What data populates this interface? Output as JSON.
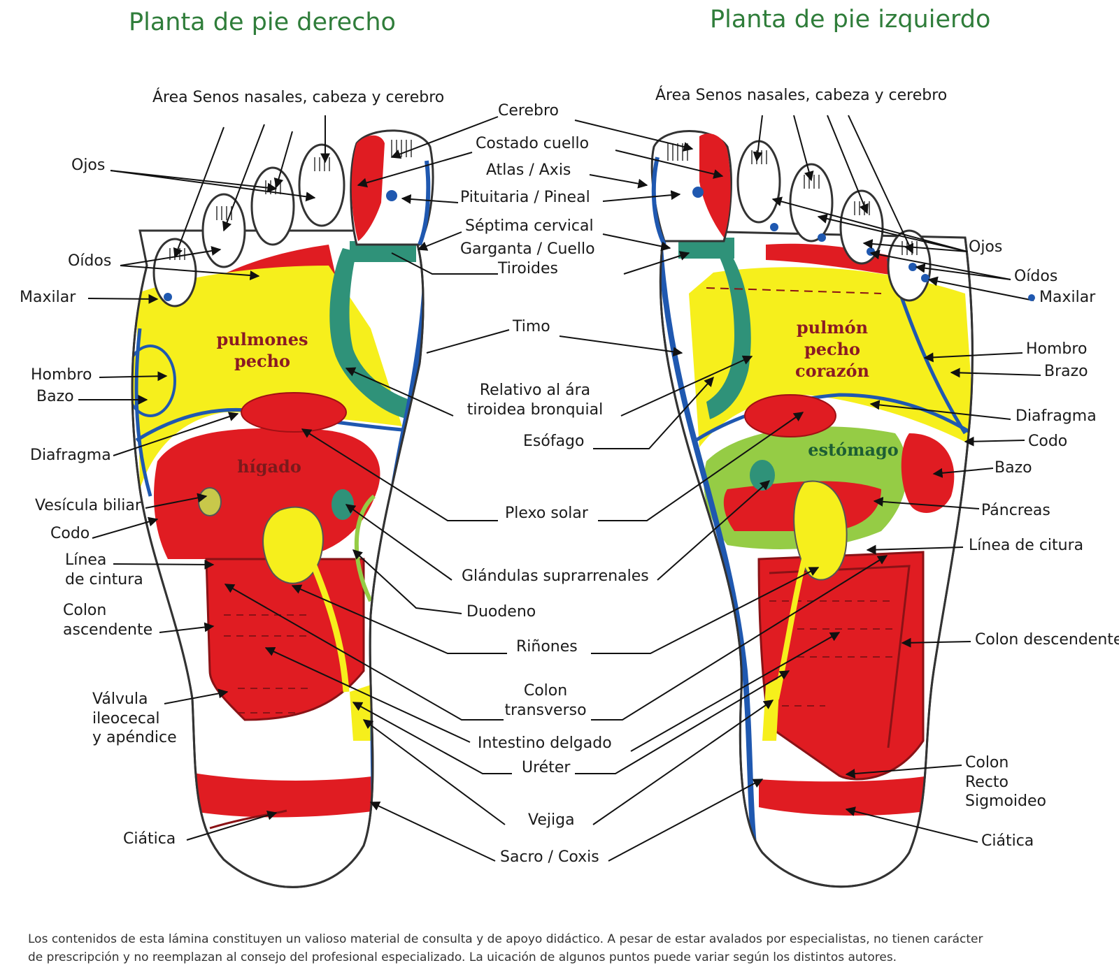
{
  "titles": {
    "right_foot": "Planta de pie derecho",
    "left_foot": "Planta de pie izquierdo"
  },
  "colors": {
    "title_green": "#2f7d3a",
    "red": "#e01c22",
    "yellow": "#f6ef1c",
    "teal": "#2f9279",
    "blue": "#1f58b0",
    "green": "#95cc45"
  },
  "zones": {
    "right": {
      "lungs_l1": "pulmones",
      "lungs_l2": "pecho",
      "liver": "hígado"
    },
    "left": {
      "lungs_l1": "pulmón",
      "lungs_l2": "pecho",
      "lungs_l3": "corazón",
      "stomach": "estómago"
    }
  },
  "labels": {
    "area_senos_right": "Área Senos nasales, cabeza y cerebro",
    "area_senos_left": "Área Senos nasales, cabeza y cerebro",
    "cerebro": "Cerebro",
    "costado_cuello": "Costado cuello",
    "atlas_axis": "Atlas / Axis",
    "pituitaria_pineal": "Pituitaria / Pineal",
    "septima_cervical": "Séptima cervical",
    "garganta_cuello": "Garganta / Cuello",
    "tiroides": "Tiroides",
    "timo": "Timo",
    "relativo_l1": "Relativo al ára",
    "relativo_l2": "tiroidea bronquial",
    "esofago": "Esófago",
    "plexo_solar": "Plexo solar",
    "glandulas": "Glándulas suprarrenales",
    "duodeno": "Duodeno",
    "rinones": "Riñones",
    "colon_transverso_l1": "Colon",
    "colon_transverso_l2": "transverso",
    "intestino": "Intestino delgado",
    "ureter": "Uréter",
    "vejiga": "Vejiga",
    "sacro": "Sacro / Coxis",
    "ojos_r": "Ojos",
    "oidos_r": "Oídos",
    "maxilar_r": "Maxilar",
    "hombro_r": "Hombro",
    "bazo_r": "Bazo",
    "diafragma_r": "Diafragma",
    "vesicula": "Vesícula biliar",
    "codo_r": "Codo",
    "linea_cintura_l1": "Línea",
    "linea_cintura_l2": "de cintura",
    "colon_asc_l1": "Colon",
    "colon_asc_l2": "ascendente",
    "valvula_l1": "Válvula",
    "valvula_l2": "ileocecal",
    "valvula_l3": "y apéndice",
    "ciatica_r": "Ciática",
    "ojos_l": "Ojos",
    "oidos_l": "Oídos",
    "maxilar_l": "Maxilar",
    "hombro_l": "Hombro",
    "brazo_l": "Brazo",
    "diafragma_l": "Diafragma",
    "codo_l": "Codo",
    "bazo_l": "Bazo",
    "pancreas": "Páncreas",
    "linea_citura": "Línea de citura",
    "colon_desc": "Colon descendente",
    "colon_recto_l1": "Colon",
    "colon_recto_l2": "Recto",
    "colon_recto_l3": "Sigmoideo",
    "ciatica_l": "Ciática"
  },
  "disclaimer": {
    "line1": "Los contenidos de esta lámina constituyen un valioso material de consulta y de apoyo didáctico.  A pesar de estar avalados por especialistas, no tienen carácter",
    "line2": "de prescripción y no reemplazan al consejo del profesional especializado.  La uicación de algunos puntos puede variar según los distintos autores."
  }
}
